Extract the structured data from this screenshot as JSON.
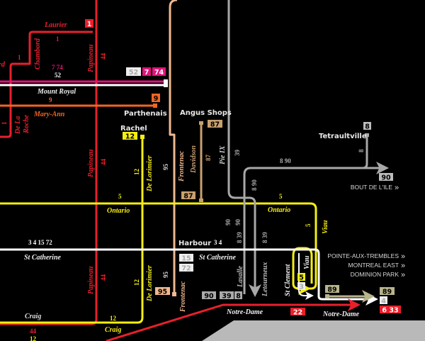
{
  "colors": {
    "red": "#e8202c",
    "pink": "#e0147a",
    "orange": "#f26522",
    "yellow": "#f5ee10",
    "white": "#ffffff",
    "peach": "#f0b890",
    "tan": "#c8a070",
    "grey": "#a8a8a8",
    "khaki": "#b8b48c",
    "land": "#b9b9b9",
    "background": "#000000"
  },
  "streets": {
    "laurier": "Laurier",
    "chambord": "Chambord",
    "rd_cut": "rd",
    "papineau_top": "Papineau",
    "papineau_mid": "Papineau",
    "papineau_low": "Papineau",
    "mount_royal": "Mount Royal",
    "mary_ann": "Mary-Ann",
    "de_la_roche_1": "De La",
    "de_la_roche_2": "Roche",
    "de_lorimier_top": "De Lorimier",
    "de_lorimier_low": "De Lorimier",
    "frontenac_top": "Frontenac",
    "frontenac_low": "Frontenac",
    "davidson": "Davidson",
    "pie_ix": "Pie IX",
    "ontario_left": "Ontario",
    "ontario_right": "Ontario",
    "st_catherine_left": "St Catherine",
    "st_catherine_right": "St Catherine",
    "craig_left": "Craig",
    "craig_right": "Craig",
    "lasalle": "Lasalle",
    "letourneux": "Letourneux",
    "st_clement": "St Clement",
    "viau_top": "Viau",
    "viau_low": "Viau",
    "notre_dame_left": "Notre-Dame",
    "notre_dame_right": "Notre-Dame"
  },
  "places": {
    "parthenais": "Parthenais",
    "rachel": "Rachel",
    "angus_shops": "Angus Shops",
    "tetraultville": "Tetraultville",
    "harbour": "Harbour"
  },
  "route_labels": {
    "laurier_1": "1",
    "left_1a": "1",
    "left_1b": "1",
    "papineau_44_top": "44",
    "papineau_44_mid": "44",
    "papineau_44_low": "44",
    "papineau_44_bottom": "44",
    "mr_7_74": "7 74",
    "mr_52": "52",
    "mary_ann_9": "9",
    "delorimier_12_top": "12",
    "delorimier_12_low": "12",
    "craig_12": "12",
    "craig_12_bottom": "12",
    "frontenac_95_top": "95",
    "frontenac_95_low": "95",
    "davidson_87": "87",
    "pie_ix_39": "39",
    "grey_8_90": "8 90",
    "grey_8_90_vert": "8 90",
    "tetraultville_8": "8",
    "ontario_5_left": "5",
    "ontario_5_right": "5",
    "viau_5": "5",
    "stcath_left": "3 4 15 72",
    "stcath_right": "3 4",
    "lasalle_8_39": "8 39",
    "letourneux_8_39": "8 39",
    "lasalle_90": "90",
    "letourneux_90": "90"
  },
  "route_boxes": {
    "b1": "1",
    "b52": "52",
    "b7": "7",
    "b74": "74",
    "b9": "9",
    "b12": "12",
    "b87_top": "87",
    "b87_low": "87",
    "b8": "8",
    "b90": "90",
    "b15": "15",
    "b72": "72",
    "b95": "95",
    "b90_low": "90",
    "b39": "39",
    "b8_low": "8",
    "b5": "5",
    "b3": "3",
    "b22": "22",
    "b89_mid": "89",
    "b89_right": "89",
    "b4": "4",
    "b6_33": "6 33"
  },
  "destinations": {
    "bout_de_lile": "BOUT DE L'ILE",
    "pointe_aux_trembles": "POINTE-AUX-TREMBLES",
    "montreal_east": "MONTREAL EAST",
    "dominion_park": "DOMINION PARK",
    "chevron_icon": "double-chevron-right"
  }
}
